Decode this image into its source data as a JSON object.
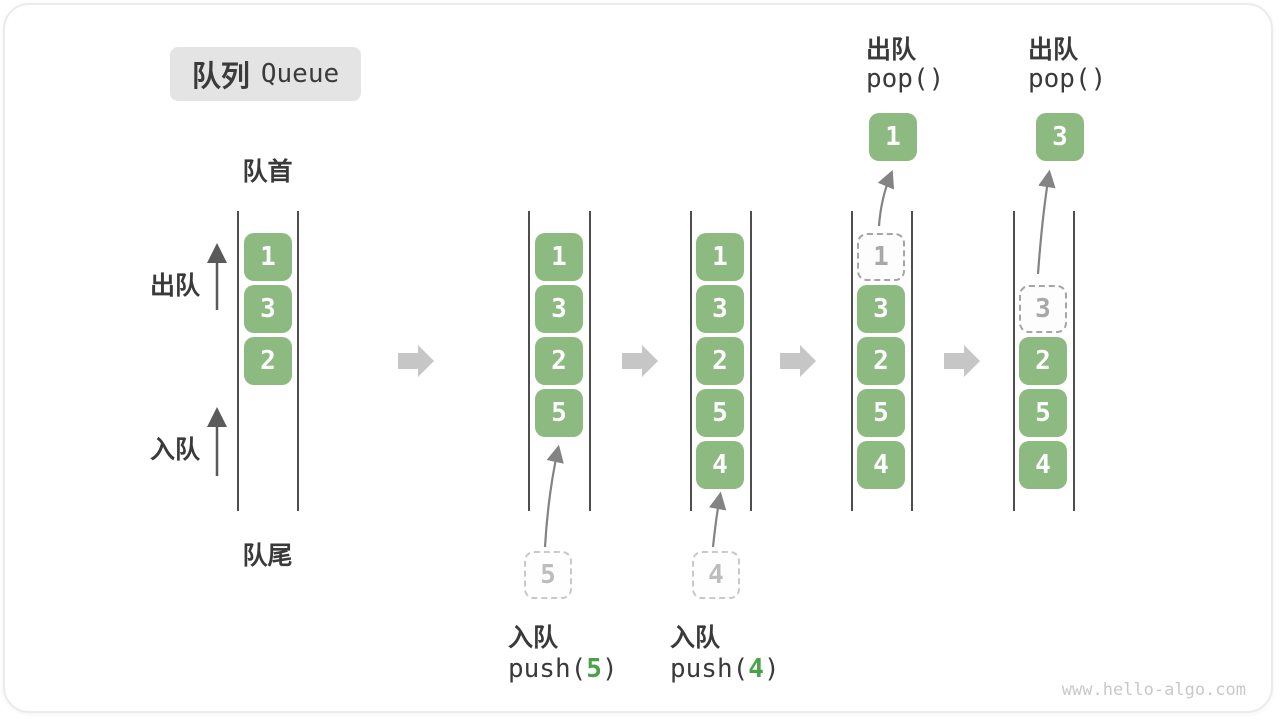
{
  "diagram_title": {
    "zh": "队列",
    "en": "Queue"
  },
  "labels": {
    "front": "队首",
    "rear": "队尾",
    "dequeue_side": "出队",
    "enqueue_side": "入队"
  },
  "states": [
    {
      "cells": [
        "1",
        "3",
        "2"
      ]
    },
    {
      "cells": [
        "1",
        "3",
        "2",
        "5"
      ],
      "incoming": "5",
      "op": {
        "label": "入队",
        "fn_open": "push(",
        "arg": "5",
        "fn_close": ")"
      }
    },
    {
      "cells": [
        "1",
        "3",
        "2",
        "5",
        "4"
      ],
      "incoming": "4",
      "op": {
        "label": "入队",
        "fn_open": "push(",
        "arg": "4",
        "fn_close": ")"
      }
    },
    {
      "removed": "1",
      "cells": [
        "3",
        "2",
        "5",
        "4"
      ],
      "popped": "1",
      "op": {
        "label": "出队",
        "fn": "pop()"
      }
    },
    {
      "removed": "3",
      "cells": [
        "2",
        "5",
        "4"
      ],
      "popped": "3",
      "op": {
        "label": "出队",
        "fn": "pop()"
      }
    }
  ],
  "watermark": "www.hello-algo.com",
  "colors": {
    "cell_green": "#8cba80",
    "arg_green": "#4ba048",
    "badge_gray": "#e4e4e4",
    "block_arrow_gray": "#c6c6c6",
    "wall_dark": "#4e4e4e",
    "ghost_dashed": "#c9c9c9",
    "removed_dashed": "#a5a5a5",
    "text_dark": "#3a3a3a",
    "watermark_gray": "#c9c9c9"
  }
}
